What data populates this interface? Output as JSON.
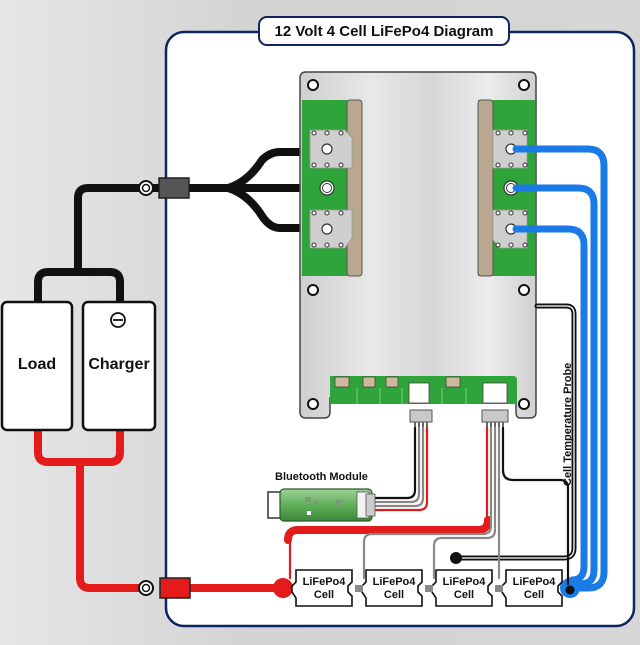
{
  "title": "12 Volt 4 Cell LiFePo4 Diagram",
  "devices": {
    "load": {
      "label": "Load"
    },
    "charger": {
      "label": "Charger",
      "symbol": "minus-circle-icon"
    }
  },
  "modules": {
    "bluetooth": {
      "label": "Bluetooth Module"
    },
    "temperature_probe": {
      "label": "Cell Temperature Probe"
    }
  },
  "cells": [
    {
      "line1": "LiFePo4",
      "line2": "Cell"
    },
    {
      "line1": "LiFePo4",
      "line2": "Cell"
    },
    {
      "line1": "LiFePo4",
      "line2": "Cell"
    },
    {
      "line1": "LiFePo4",
      "line2": "Cell"
    }
  ],
  "colors": {
    "frame": "#0d2560",
    "negative_wire": "#111111",
    "positive_wire": "#e41b1b",
    "balance_wire": "#1a7be6",
    "sense_wire": "#8a8a8a",
    "pcb_green": "#2ea43a",
    "heatsink": "#d9d9d9",
    "busbar": "#b9a88f"
  }
}
